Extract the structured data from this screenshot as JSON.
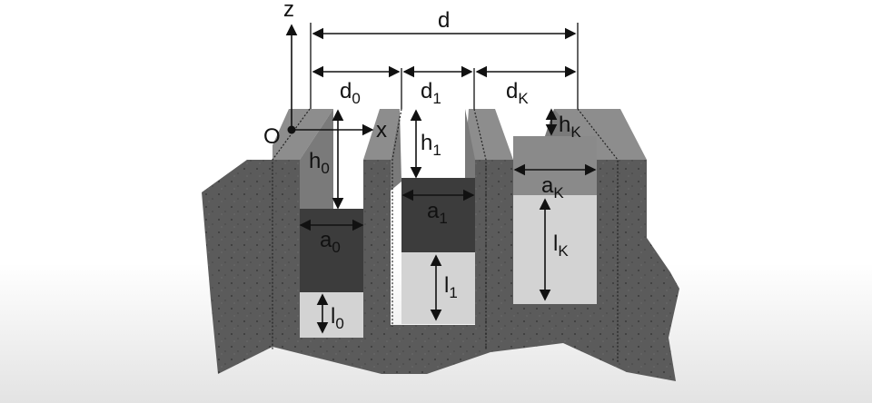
{
  "diagram": {
    "axes": {
      "z": "z",
      "x": "x",
      "origin": "O"
    },
    "labels": {
      "d": "d",
      "d0": {
        "base": "d",
        "sub": "0"
      },
      "d1": {
        "base": "d",
        "sub": "1"
      },
      "dK": {
        "base": "d",
        "sub": "K"
      },
      "h0": {
        "base": "h",
        "sub": "0"
      },
      "h1": {
        "base": "h",
        "sub": "1"
      },
      "hK": {
        "base": "h",
        "sub": "K"
      },
      "a0": {
        "base": "a",
        "sub": "0"
      },
      "a1": {
        "base": "a",
        "sub": "1"
      },
      "aK": {
        "base": "a",
        "sub": "K"
      },
      "l0": {
        "base": "l",
        "sub": "0"
      },
      "l1": {
        "base": "l",
        "sub": "1"
      },
      "lK": {
        "base": "l",
        "sub": "K"
      }
    },
    "colors": {
      "front": "#5b5b5b",
      "top": "#8d8d8d",
      "side": "#777777",
      "opening": "#d3d3d3",
      "channel": "#3c3c3c"
    }
  }
}
